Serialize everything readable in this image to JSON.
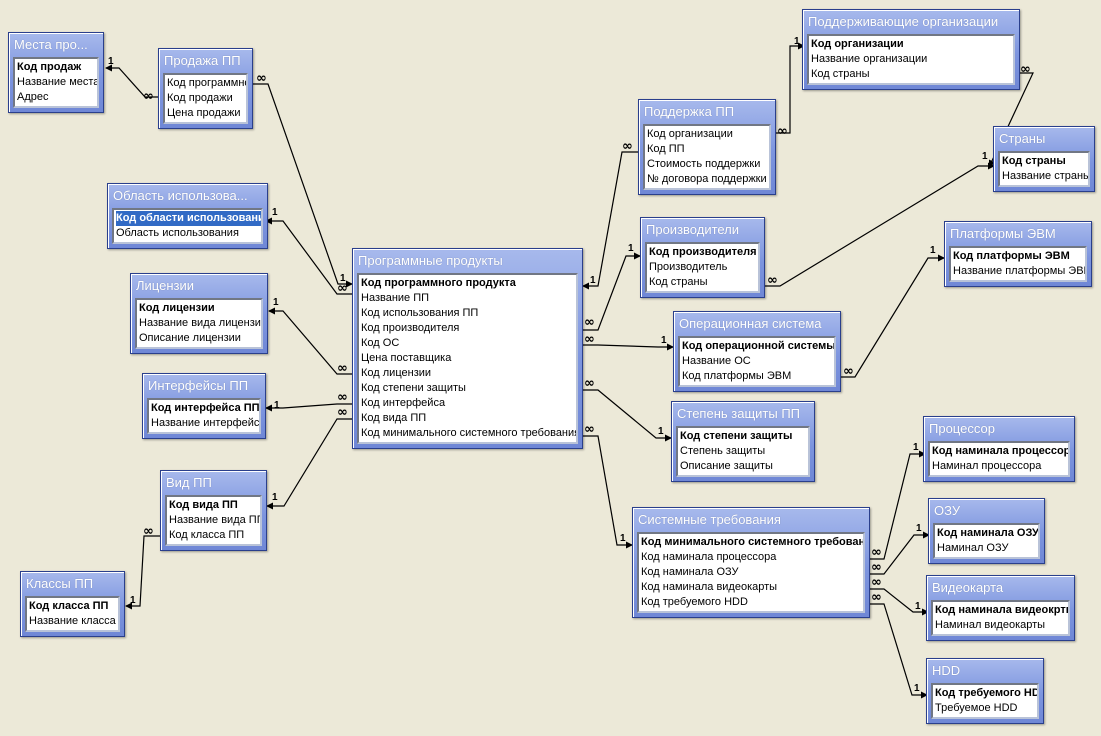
{
  "tables": {
    "mesta": {
      "title": "Места про...",
      "fields": [
        "Код продаж",
        "Название места",
        "Адрес"
      ]
    },
    "prodazha": {
      "title": "Продажа ПП",
      "fields": [
        "Код программно",
        "Код продажи",
        "Цена продажи"
      ]
    },
    "oblast": {
      "title": "Область использова...",
      "fields": [
        "Код области использования",
        "Область использования"
      ]
    },
    "licenzii": {
      "title": "Лицензии",
      "fields": [
        "Код лицензии",
        "Название вида лицензии",
        "Описание лицензии"
      ]
    },
    "interfeisy": {
      "title": "Интерфейсы ПП",
      "fields": [
        "Код интерфейса ПП",
        "Название интерфейса"
      ]
    },
    "vid": {
      "title": "Вид ПП",
      "fields": [
        "Код вида ПП",
        "Название вида ПП",
        "Код класса ПП"
      ]
    },
    "klassy": {
      "title": "Классы ПП",
      "fields": [
        "Код класса  ПП",
        "Название класса"
      ]
    },
    "pp": {
      "title": "Программные продукты",
      "fields": [
        "Код программного продукта",
        "Название ПП",
        "Код использования ПП",
        "Код производителя",
        "Код ОС",
        "Цена поставщика",
        "Код лицензии",
        "Код степени защиты",
        "Код интерфейса",
        "Код вида ПП",
        "Код минимального системного требования"
      ]
    },
    "podderzhka": {
      "title": "Поддержка ПП",
      "fields": [
        "Код организации",
        "Код ПП",
        "Стоимость поддержки",
        "№ договора поддержки"
      ]
    },
    "org": {
      "title": "Поддерживающие организации",
      "fields": [
        "Код организации",
        "Название организации",
        "Код страны"
      ]
    },
    "strany": {
      "title": "Страны",
      "fields": [
        "Код страны",
        "Название страны"
      ]
    },
    "proizv": {
      "title": "Производители",
      "fields": [
        "Код производителя",
        "Производитель",
        "Код страны"
      ]
    },
    "platformy": {
      "title": "Платформы ЭВМ",
      "fields": [
        "Код платформы ЭВМ",
        "Название платформы ЭВМ"
      ]
    },
    "os": {
      "title": "Операционная система",
      "fields": [
        "Код операционной системы",
        "Название ОС",
        "Код платформы ЭВМ"
      ]
    },
    "zashita": {
      "title": "Степень защиты ПП",
      "fields": [
        "Код степени защиты",
        "Степень защиты",
        "Описание защиты"
      ]
    },
    "processor": {
      "title": "Процессор",
      "fields": [
        "Код  наминала процессора",
        "Наминал процессора"
      ]
    },
    "sistreb": {
      "title": "Системные требования",
      "fields": [
        "Код  минимального системного требования",
        "Код  наминала процессора",
        "Код наминала ОЗУ",
        "Код наминала видеокарты",
        "Код требуемого  HDD"
      ]
    },
    "ozu": {
      "title": "ОЗУ",
      "fields": [
        "Код  наминала ОЗУ",
        "Наминал ОЗУ"
      ]
    },
    "video": {
      "title": "Видеокарта",
      "fields": [
        "Код наминала видеокрты",
        "Наминал видеокарты"
      ]
    },
    "hdd": {
      "title": "HDD",
      "fields": [
        "Код требуемого HDD",
        "Требуемое HDD"
      ]
    }
  },
  "relationships": {
    "one_label": "1",
    "many_label": "∞",
    "list": [
      {
        "from": "prodazha",
        "to": "mesta"
      },
      {
        "from": "prodazha",
        "to": "pp"
      },
      {
        "from": "pp",
        "to": "oblast"
      },
      {
        "from": "pp",
        "to": "licenzii"
      },
      {
        "from": "pp",
        "to": "interfeisy"
      },
      {
        "from": "pp",
        "to": "vid"
      },
      {
        "from": "vid",
        "to": "klassy"
      },
      {
        "from": "podderzhka",
        "to": "pp"
      },
      {
        "from": "podderzhka",
        "to": "org"
      },
      {
        "from": "org",
        "to": "strany"
      },
      {
        "from": "pp",
        "to": "proizv"
      },
      {
        "from": "proizv",
        "to": "strany"
      },
      {
        "from": "pp",
        "to": "os"
      },
      {
        "from": "os",
        "to": "platformy"
      },
      {
        "from": "pp",
        "to": "zashita"
      },
      {
        "from": "pp",
        "to": "sistreb"
      },
      {
        "from": "sistreb",
        "to": "processor"
      },
      {
        "from": "sistreb",
        "to": "ozu"
      },
      {
        "from": "sistreb",
        "to": "video"
      },
      {
        "from": "sistreb",
        "to": "hdd"
      }
    ]
  },
  "colors": {
    "background": "#ece9d8",
    "title_bar": "#7d95df",
    "title_text": "#ffffff",
    "selection": "#316ac5",
    "line": "#000000"
  }
}
